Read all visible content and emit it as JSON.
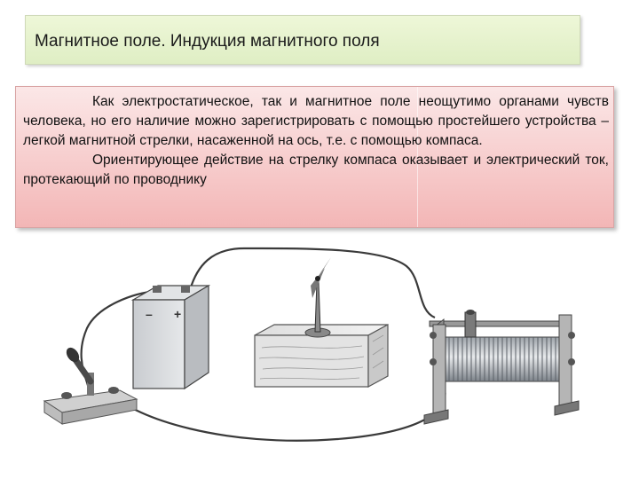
{
  "slide": {
    "title": "Магнитное поле. Индукция магнитного поля",
    "paragraph1": "Как электростатическое, так и магнитное поле неощутимо органами чувств человека, но его наличие можно зарегистрировать с помощью простейшего устройства – легкой магнитной стрелки, насаженной на ось, т.е. с помощью компаса.",
    "paragraph2": "Ориентирующее действие на стрелку компаса оказывает и электрический ток, протекающий по проводнику"
  },
  "battery": {
    "minus": "–",
    "plus": "+"
  }
}
